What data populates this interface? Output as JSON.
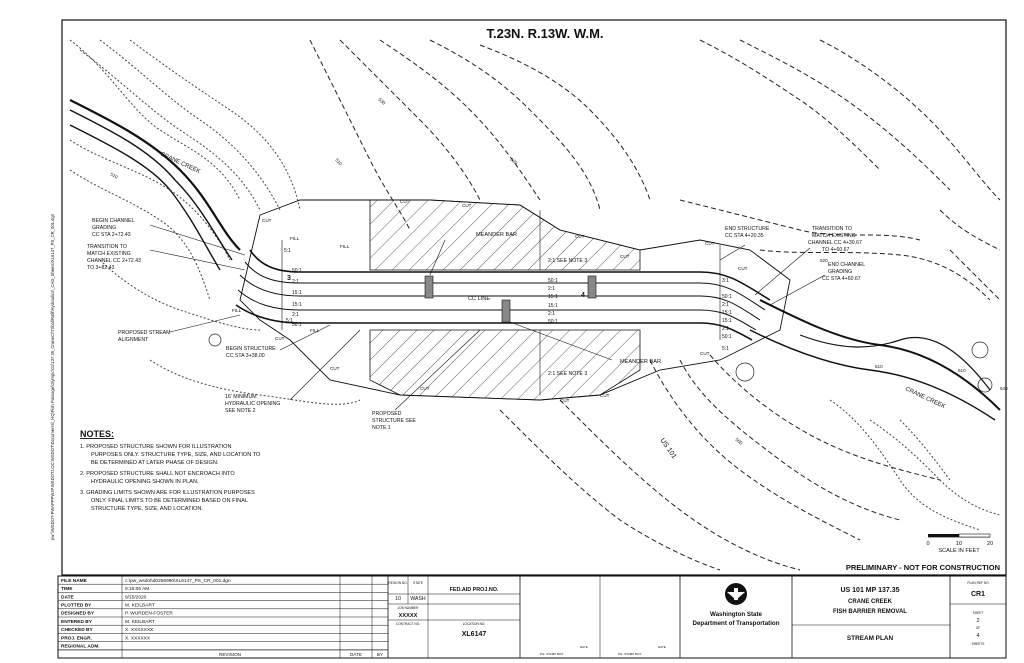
{
  "sheet_title": "T.23N. R.13W. W.M.",
  "labels": {
    "crane_creek_upper": "CRANE CREEK",
    "crane_creek_lower": "CRANE CREEK",
    "begin_channel_1": "BEGIN CHANNEL",
    "begin_channel_2": "GRADING",
    "begin_channel_3": "CC  STA  2+72.43",
    "transition_left_1": "TRANSITION TO",
    "transition_left_2": "MATCH EXISTING",
    "transition_left_3": "CHANNEL CC  2+72.43",
    "transition_left_4": "TO  3+82.43",
    "proposed_alignment_1": "PROPOSED STREAM",
    "proposed_alignment_2": "ALIGNMENT",
    "begin_structure_1": "BEGIN STRUCTURE",
    "begin_structure_2": "CC  STA  3+38.00",
    "hydraulic_1": "16' MINIMUM",
    "hydraulic_2": "HYDRAULIC OPENING",
    "hydraulic_3": "SEE NOTE 2",
    "proposed_structure_1": "PROPOSED",
    "proposed_structure_2": "STRUCTURE SEE",
    "proposed_structure_3": "NOTE 1",
    "meander_top": "MEANDER BAR",
    "meander_bottom": "MEANDER BAR",
    "see_note3_top": "2:1  SEE  NOTE  3",
    "see_note3_bottom": "2:1  SEE  NOTE  3",
    "cc_line": "CC LINE",
    "end_structure_1": "END STRUCTURE",
    "end_structure_2": "CC  STA  4+20.35",
    "transition_right_1": "TRANSITION TO",
    "transition_right_2": "MATCH EXISTING",
    "transition_right_3": "CHANNEL CC  4+30.67",
    "transition_right_4": "TO  4+60.67",
    "end_channel_1": "END CHANNEL",
    "end_channel_2": "GRADING",
    "end_channel_3": "CC  STA  4+60.67",
    "us101": "US 101",
    "cut": "CUT",
    "fill": "FILL",
    "slope_3": "3",
    "slope_4": "4",
    "slope_50": "50:1",
    "slope_2": "2:1",
    "slope_15": "15:1",
    "slope_5": "5:1",
    "slope_3_1": "3:1",
    "contour_500": "500",
    "contour_510": "510",
    "contour_520": "520",
    "contour_530": "530",
    "contour_540": "540"
  },
  "notes": {
    "heading": "NOTES:",
    "n1_a": "1.   PROPOSED STRUCTURE SHOWN FOR ILLUSTRATION",
    "n1_b": "PURPOSES ONLY. STRUCTURE TYPE, SIZE, AND LOCATION TO",
    "n1_c": "BE DETERMINED AT LATER PHASE OF DESIGN.",
    "n2_a": "2.   PROPOSED STRUCTURE SHALL NOT ENCROACH INTO",
    "n2_b": "HYDRAULIC OPENING SHOWN IN PLAN.",
    "n3_a": "3.   GRADING LIMITS SHOWN ARE FOR ILLUSTRATION PURPOSES",
    "n3_b": "ONLY. FINAL LIMITS TO BE DETERMINED BASED ON FINAL",
    "n3_c": "STRUCTURE TYPE, SIZE, AND LOCATION."
  },
  "scale": {
    "t0": "0",
    "t10": "10",
    "t20": "20",
    "label": "SCALE IN FEET"
  },
  "status": "PRELIMINARY - NOT FOR CONSTRUCTION",
  "side_path": "pw:\\\\WSDOT-PWAPPPW.IP.WSDOT.LOC:WSDOT\\Documents\\_HQ\\Fish Passage\\Olympic\\01\\137.35_CraneCr\\Tribal\\Rafil\\Hydraulics\\_CAD_Sheets\\XL6147_PS_CR_001.dgn",
  "title_block": {
    "rows": [
      {
        "k": "FILE NAME",
        "v": "c:\\pw_wsdot\\d0256990\\XL6147_PS_CR_001.dgn"
      },
      {
        "k": "TIME",
        "v": "9:16:06 AM"
      },
      {
        "k": "DATE",
        "v": "9/15/2020"
      },
      {
        "k": "PLOTTED BY",
        "v": "M. KEILBART"
      },
      {
        "k": "DESIGNED BY",
        "v": "P. WURDEN-FOSTER"
      },
      {
        "k": "ENTERED BY",
        "v": "M. KEILBART"
      },
      {
        "k": "CHECKED BY",
        "v": "X. XXXXXXX"
      },
      {
        "k": "PROJ. ENGR.",
        "v": "X. XXXXXX"
      },
      {
        "k": "REGIONAL ADM.",
        "v": ""
      }
    ],
    "revision": "REVISION",
    "date": "DATE",
    "by": "BY",
    "region_no": "REGION NO.",
    "state": "STATE",
    "region_val": "10",
    "state_val": "WASH",
    "fed_aid": "FED.AID PROJ.NO.",
    "job_number": "JOB NUMBER",
    "job_val": "XXXXX",
    "contract_no": "CONTRACT NO.",
    "location_no": "LOCATION NO.",
    "location_val": "XL6147",
    "pe_stamp": "P.E. STAMP BOX",
    "date_small": "DATE",
    "agency_1": "Washington State",
    "agency_2": "Department of Transportation",
    "route": "US 101  MP 137.35",
    "project_1": "CRANE CREEK",
    "project_2": "FISH BARRIER REMOVAL",
    "sheet_type": "STREAM PLAN",
    "plan_ref": "PLAN REF NO",
    "plan_ref_val": "CR1",
    "sheet": "SHEET",
    "sheet_no": "2",
    "of": "OF",
    "sheets_total": "4",
    "sheets": "SHEETS"
  }
}
